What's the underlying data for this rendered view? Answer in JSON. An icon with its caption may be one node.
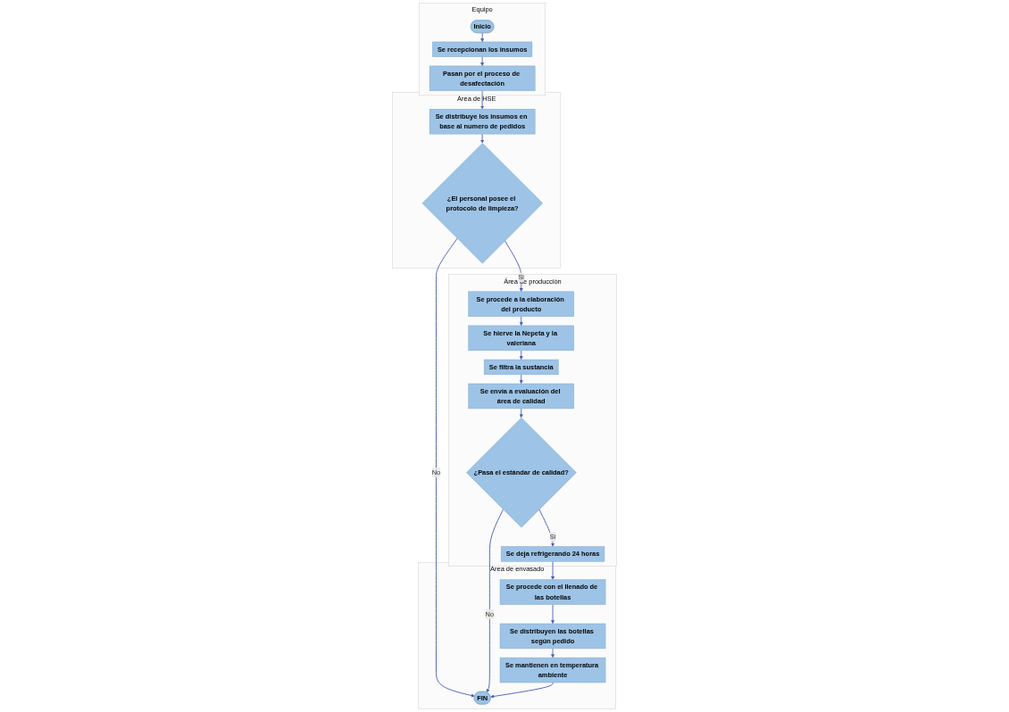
{
  "diagram": {
    "nodes": [
      {
        "text": [
          "Equipo"
        ]
      },
      {
        "text": [
          "Inicio"
        ],
        "in": 0
      },
      {
        "text": [
          "Se recepcionan los insumos"
        ],
        "in": 0
      },
      {
        "text": [
          "Pasan por el proceso de desafectación"
        ],
        "in": 0
      },
      {
        "text": [
          "Área de HSE"
        ]
      },
      {
        "text": [
          "Se distribuye los insumos en base al numero de pedidos"
        ],
        "in": 4
      },
      {
        "text": [
          "¿El personal posee el protocolo de limpieza?"
        ],
        "in": 4
      },
      {
        "text": [
          "Área de producción"
        ]
      },
      {
        "text": [
          "Se procede a la elaboración del producto"
        ],
        "in": 7
      },
      {
        "text": [
          "Se hierve la Nepeta y la valeriana"
        ],
        "in": 7
      },
      {
        "text": [
          "Se filtra la sustancia"
        ],
        "in": 7
      },
      {
        "text": [
          "Se envía a evaluación del área de calidad"
        ],
        "in": 7
      },
      {
        "text": [
          "¿Pasa el estándar de calidad?"
        ],
        "in": 7
      },
      {
        "text": [
          "Se deja refrigerando 24 horas"
        ],
        "in": 7
      },
      {
        "text": [
          "Área de envasado"
        ]
      },
      {
        "text": [
          "Se procede con el llenado de las botellas"
        ],
        "in": 14
      },
      {
        "text": [
          "Se distribuyen las botellas según pedido"
        ],
        "in": 14
      },
      {
        "text": [
          "Se mantienen en temperatura ambiente"
        ],
        "in": 14
      },
      {
        "text": [
          "FIN"
        ],
        "in": 14
      }
    ],
    "edges": [
      {
        "from": 1,
        "to": 2,
        "arrow": "to"
      },
      {
        "from": 2,
        "to": 3,
        "arrow": "to"
      },
      {
        "from": 3,
        "to": 5,
        "arrow": "to"
      },
      {
        "from": 5,
        "to": 6,
        "arrow": "to"
      },
      {
        "from": 6,
        "to": 8,
        "arrow": "to",
        "label": "Si"
      },
      {
        "from": 6,
        "to": 18,
        "arrow": "to",
        "label": "No"
      },
      {
        "from": 8,
        "to": 9,
        "arrow": "to"
      },
      {
        "from": 9,
        "to": 10,
        "arrow": "to"
      },
      {
        "from": 10,
        "to": 11,
        "arrow": "to"
      },
      {
        "from": 11,
        "to": 12,
        "arrow": "to"
      },
      {
        "from": 12,
        "to": 13,
        "arrow": "to",
        "label": "Si"
      },
      {
        "from": 12,
        "to": 18,
        "arrow": "to",
        "label": "No"
      },
      {
        "from": 13,
        "to": 15,
        "arrow": "to"
      },
      {
        "from": 15,
        "to": 16,
        "arrow": "to"
      },
      {
        "from": 16,
        "to": 17,
        "arrow": "to"
      },
      {
        "from": 17,
        "to": 18,
        "arrow": "to"
      }
    ]
  }
}
